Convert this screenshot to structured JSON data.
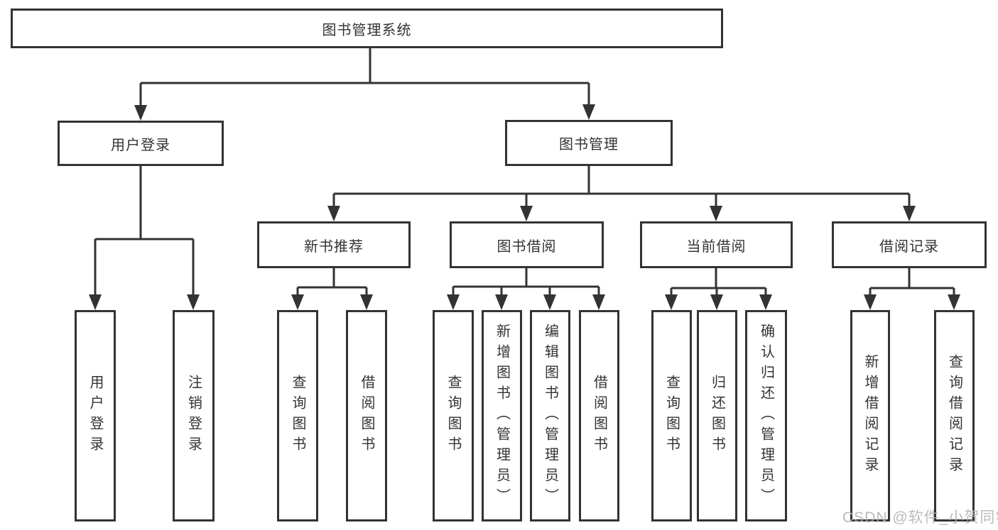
{
  "diagram": {
    "type": "hierarchy-flowchart",
    "colors": {
      "line": "#333333",
      "text": "#333333",
      "box_background": "#ffffff",
      "watermark": "#b2b2b2"
    },
    "tree": {
      "root": {
        "label": "图书管理系统",
        "children": [
          {
            "label": "用户登录",
            "children": [
              {
                "label": "用户登录"
              },
              {
                "label": "注销登录"
              }
            ]
          },
          {
            "label": "图书管理",
            "children": [
              {
                "label": "新书推荐",
                "children": [
                  {
                    "label": "查询图书"
                  },
                  {
                    "label": "借阅图书"
                  }
                ]
              },
              {
                "label": "图书借阅",
                "children": [
                  {
                    "label": "查询图书"
                  },
                  {
                    "label": "新增图书（管理员）"
                  },
                  {
                    "label": "编辑图书（管理员）"
                  },
                  {
                    "label": "借阅图书"
                  }
                ]
              },
              {
                "label": "当前借阅",
                "children": [
                  {
                    "label": "查询图书"
                  },
                  {
                    "label": "归还图书"
                  },
                  {
                    "label": "确认归还（管理员）"
                  }
                ]
              },
              {
                "label": "借阅记录",
                "children": [
                  {
                    "label": "新增借阅记录"
                  },
                  {
                    "label": "查询借阅记录"
                  }
                ]
              }
            ]
          }
        ]
      }
    },
    "watermark": {
      "text": "CSDN @软件_小贺同学"
    }
  }
}
